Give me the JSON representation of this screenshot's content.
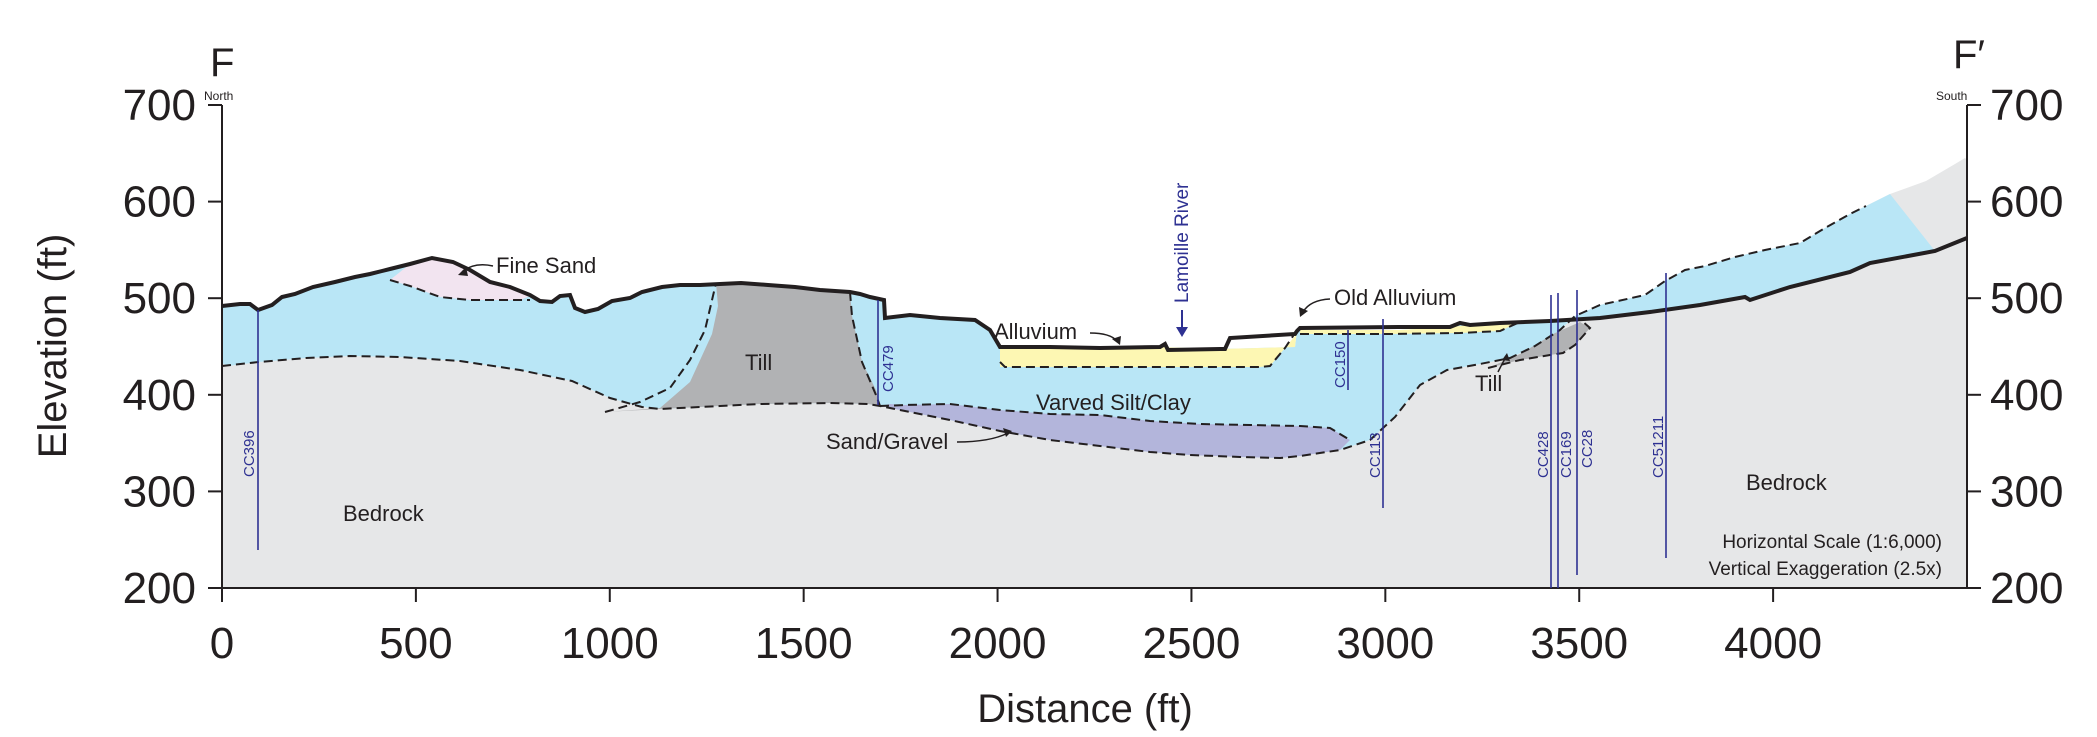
{
  "section": {
    "start_label": "F",
    "end_label": "F′",
    "start_direction": "North",
    "end_direction": "South"
  },
  "axes": {
    "x_title": "Distance (ft)",
    "y_title": "Elevation (ft)",
    "x_ticks": [
      "0",
      "500",
      "1000",
      "1500",
      "2000",
      "2500",
      "3000",
      "3500",
      "4000"
    ],
    "y_ticks": [
      "700",
      "600",
      "500",
      "400",
      "300",
      "200"
    ],
    "x_range": [
      0,
      4500
    ],
    "y_range": [
      200,
      700
    ]
  },
  "units": {
    "fine_sand": "Fine Sand",
    "till_left": "Till",
    "till_right": "Till",
    "alluvium": "Alluvium",
    "old_alluvium": "Old Alluvium",
    "varved": "Varved Silt/Clay",
    "sand_gravel": "Sand/Gravel",
    "bedrock_left": "Bedrock",
    "bedrock_right": "Bedrock"
  },
  "river": {
    "label": "Lamoille River"
  },
  "wells": [
    {
      "id": "CC396"
    },
    {
      "id": "CC479"
    },
    {
      "id": "CC150"
    },
    {
      "id": "CC113"
    },
    {
      "id": "CC428"
    },
    {
      "id": "CC169"
    },
    {
      "id": "CC28"
    },
    {
      "id": "CC51211"
    }
  ],
  "notes": {
    "horizontal_scale": "Horizontal Scale (1:6,000)",
    "vertical_exaggeration": "Vertical Exaggeration (2.5x)"
  },
  "colors": {
    "bedrock": "#e6e7e8",
    "varved": "#b9e6f6",
    "till": "#b1b2b4",
    "fine_sand": "#f2e4f0",
    "alluvium": "#fdf7b3",
    "sand_gravel": "#b3b5db",
    "well": "#2e3192",
    "surface": "#231f20"
  }
}
